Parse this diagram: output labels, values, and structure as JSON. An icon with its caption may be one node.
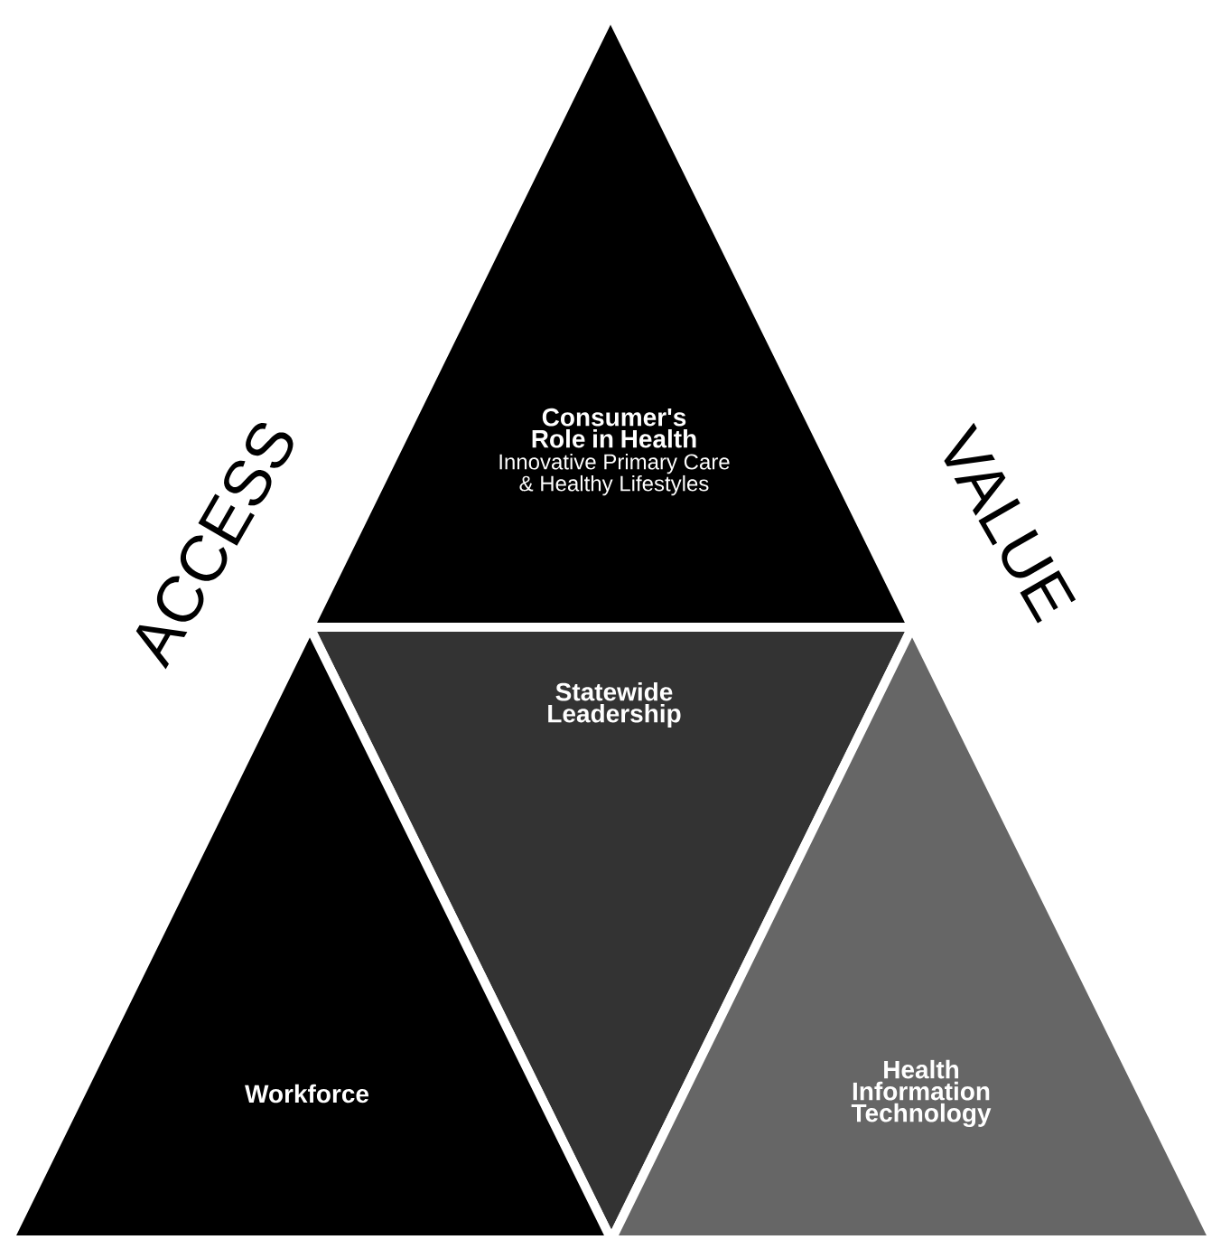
{
  "diagram": {
    "nodes": [
      {
        "text": [
          "Consumer's Role in Health",
          "Innovative Primary Care & Healthy Lifestyles"
        ]
      },
      {
        "text": [
          "Statewide Leadership"
        ]
      },
      {
        "text": [
          "Workforce"
        ]
      },
      {
        "text": [
          "Health Information Technology"
        ]
      }
    ],
    "labels": [
      "ACCESS",
      "VALUE"
    ]
  }
}
